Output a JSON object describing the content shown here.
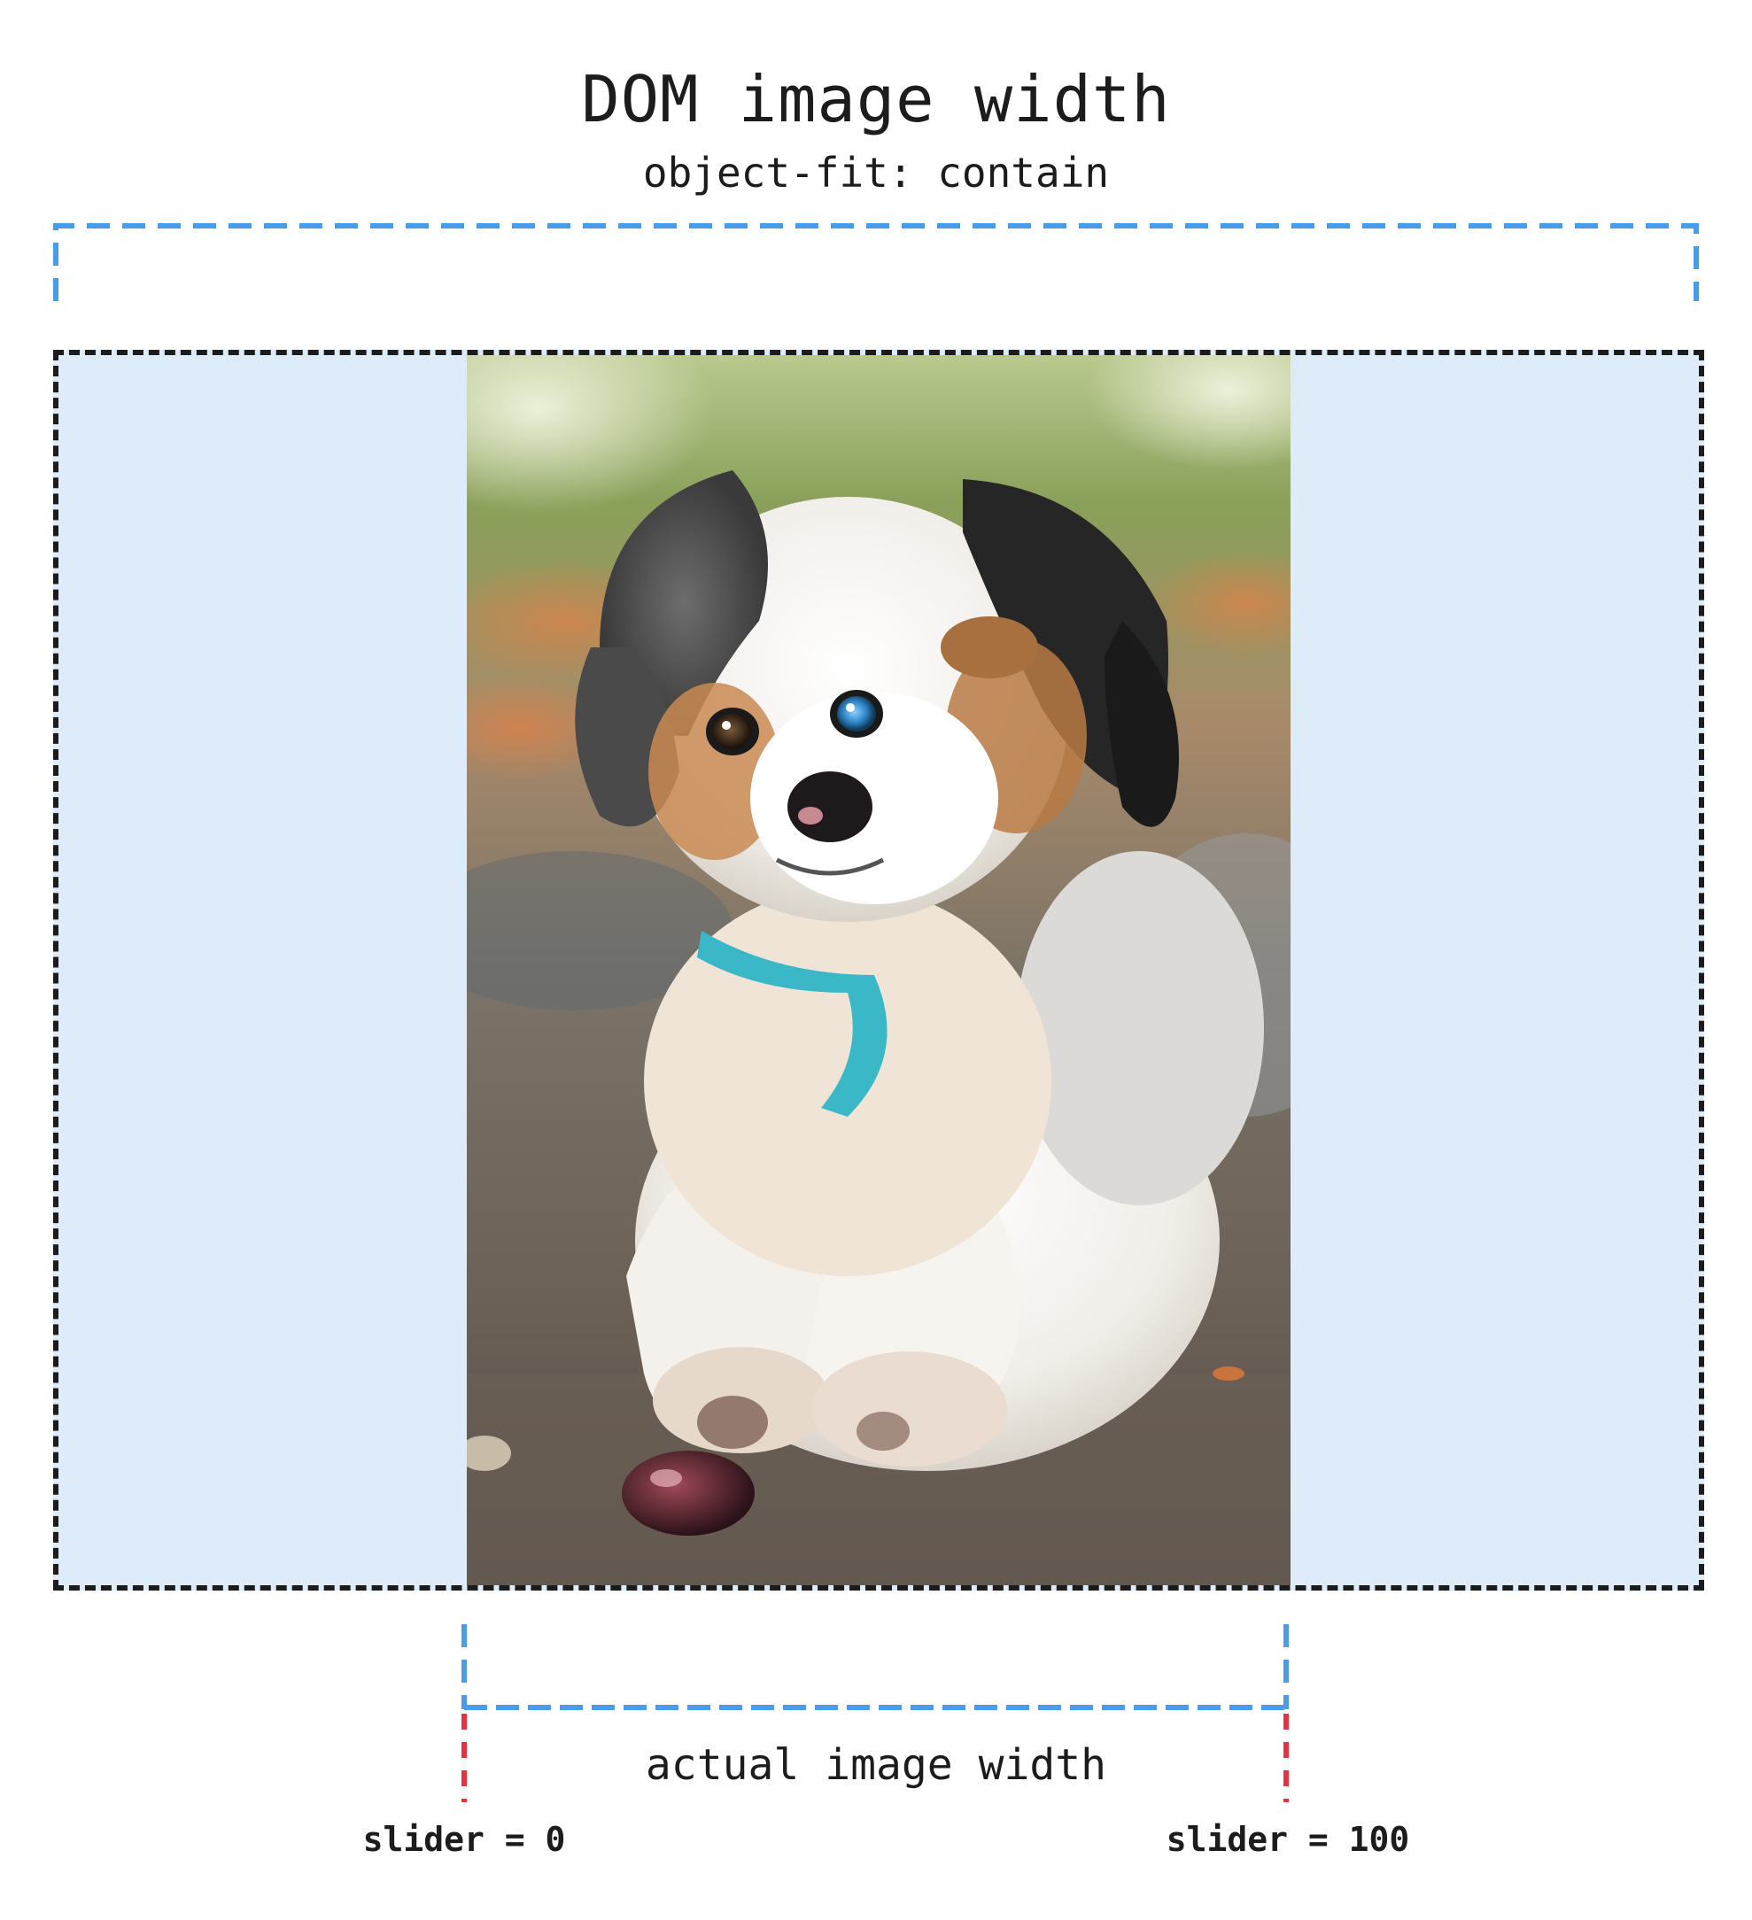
{
  "header": {
    "title": "DOM image width",
    "subtitle": "object-fit: contain"
  },
  "labels": {
    "actual_width": "actual image width",
    "slider_min": "slider = 0",
    "slider_max": "slider = 100"
  },
  "photo": {
    "subject": "puppy-photo"
  },
  "colors": {
    "dom_bracket": "#4a9be8",
    "dom_box_border": "#1c1c1c",
    "letterbox_fill": "#deebf8",
    "slider_marker": "#e0333b"
  }
}
